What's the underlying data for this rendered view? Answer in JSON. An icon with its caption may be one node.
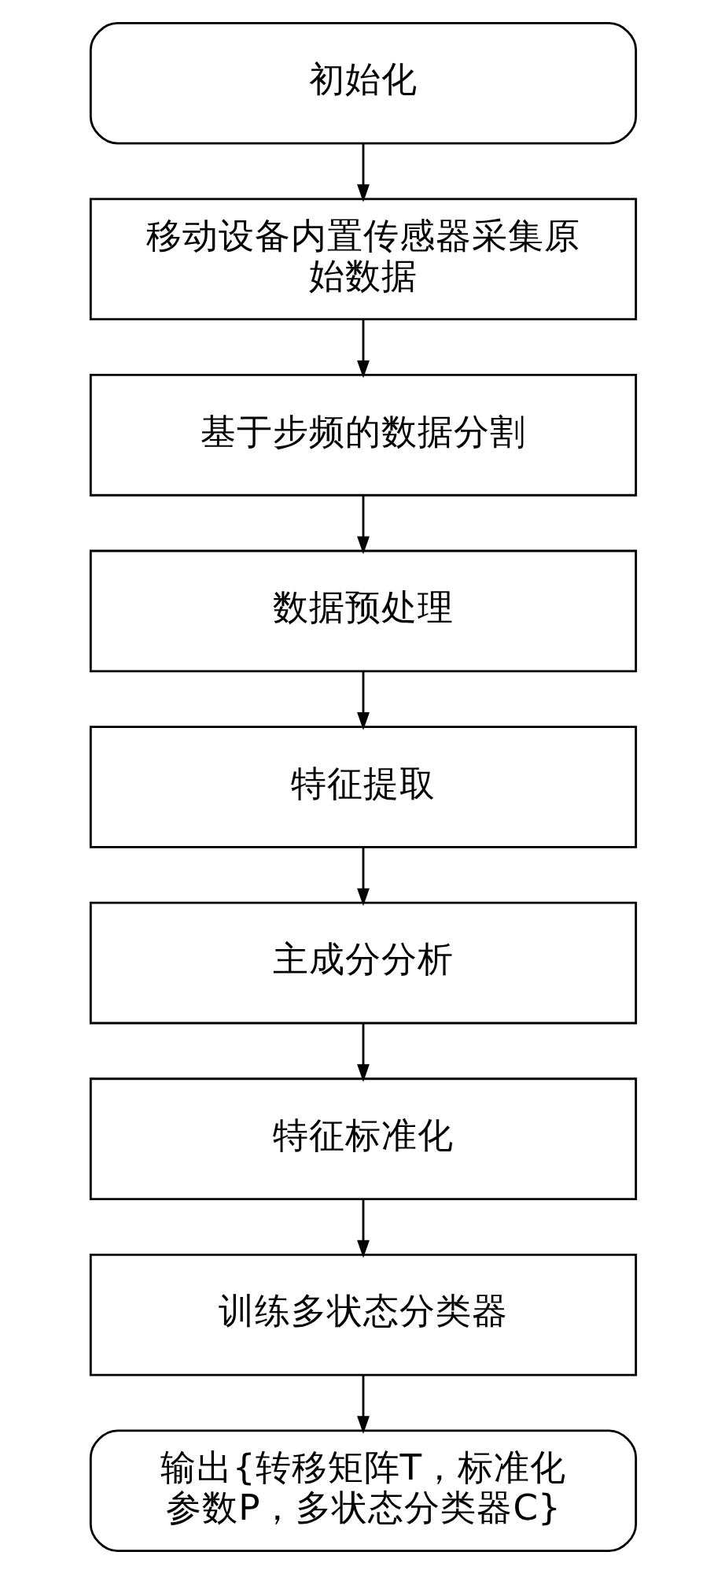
{
  "diagram": {
    "nodes": [
      {
        "text": [
          "初始化"
        ]
      },
      {
        "text": [
          "移动设备内置传感器采集原始数据"
        ]
      },
      {
        "text": [
          "基于步频的数据分割"
        ]
      },
      {
        "text": [
          "数据预处理"
        ]
      },
      {
        "text": [
          "特征提取"
        ]
      },
      {
        "text": [
          "主成分分析"
        ]
      },
      {
        "text": [
          "特征标准化"
        ]
      },
      {
        "text": [
          "训练多状态分类器"
        ]
      },
      {
        "text": [
          "输出{转移矩阵T，标准化参数P，多状态分类器C}"
        ]
      }
    ],
    "edges": [
      {
        "from": 0,
        "to": 1,
        "arrow": "to"
      },
      {
        "from": 1,
        "to": 2,
        "arrow": "to"
      },
      {
        "from": 2,
        "to": 3,
        "arrow": "to"
      },
      {
        "from": 3,
        "to": 4,
        "arrow": "to"
      },
      {
        "from": 4,
        "to": 5,
        "arrow": "to"
      },
      {
        "from": 5,
        "to": 6,
        "arrow": "to"
      },
      {
        "from": 6,
        "to": 7,
        "arrow": "to"
      },
      {
        "from": 7,
        "to": 8,
        "arrow": "to"
      }
    ]
  }
}
